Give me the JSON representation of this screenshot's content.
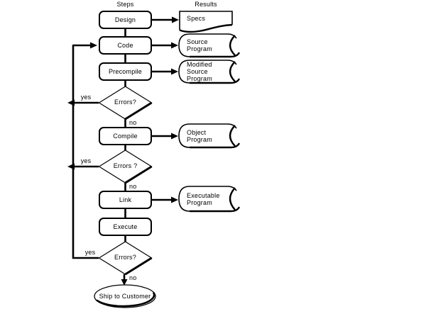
{
  "headers": {
    "steps": "Steps",
    "results": "Results"
  },
  "process_steps": {
    "design": "Design",
    "code": "Code",
    "precompile": "Precompile",
    "compile": "Compile",
    "link": "Link",
    "execute": "Execute"
  },
  "decisions": {
    "after_precompile": "Errors?",
    "after_compile": "Errors ?",
    "after_execute": "Errors?"
  },
  "branch_labels": {
    "yes": "yes",
    "no": "no"
  },
  "results": {
    "specs": "Specs",
    "source_program": "Source Program",
    "modified_source_program": "Modified Source Program",
    "object_program": "Object Program",
    "executable_program": "Executable Program"
  },
  "terminal": {
    "ship_to_customer": "Ship to Customer"
  },
  "colors": {
    "line": "#000000",
    "background": "#ffffff",
    "text": "#000000"
  }
}
